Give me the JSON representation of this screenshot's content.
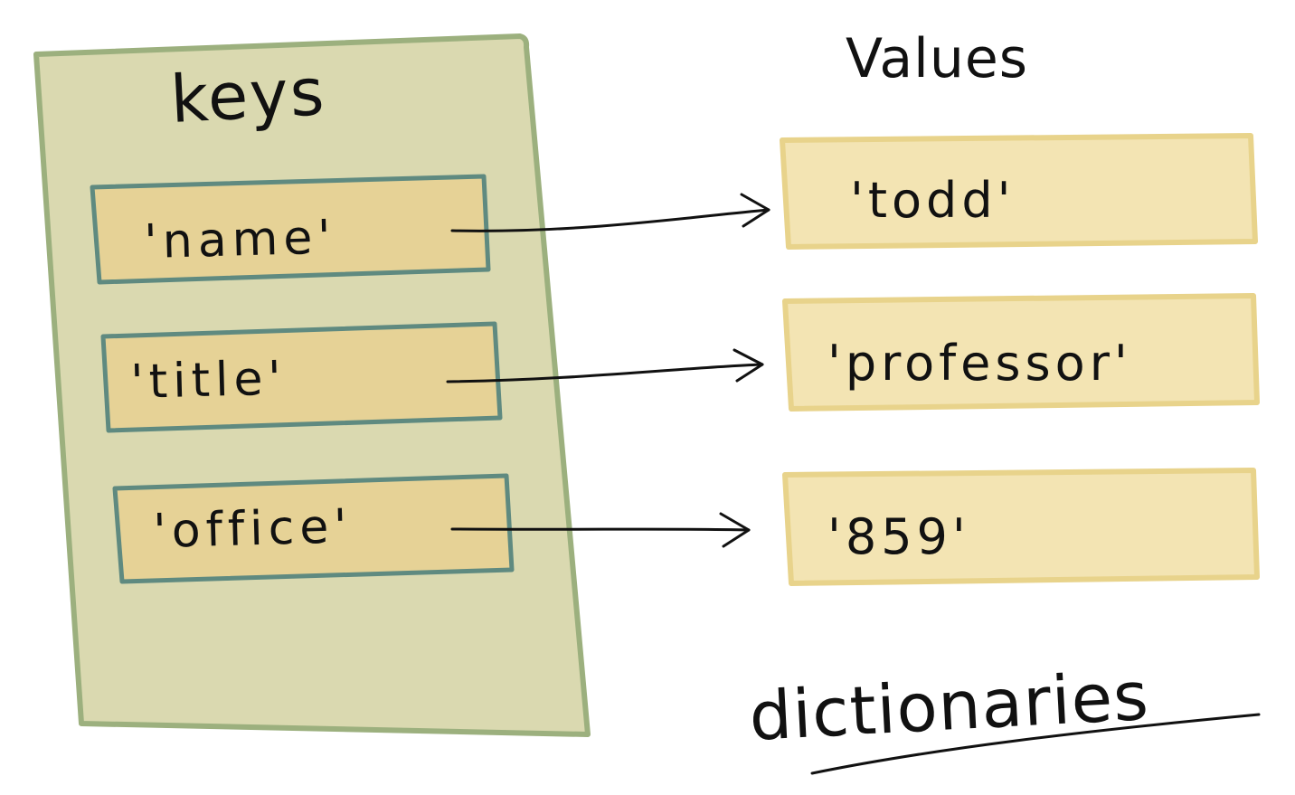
{
  "keys_title": "keys",
  "values_title": "Values",
  "caption": "dictionaries",
  "pairs": [
    {
      "key": "'name'",
      "value": "'todd'"
    },
    {
      "key": "'title'",
      "value": "'professor'"
    },
    {
      "key": "'office'",
      "value": "'859'"
    }
  ],
  "colors": {
    "panel_fill": "#dad9b0",
    "panel_stroke": "#9cb07e",
    "key_fill": "#e6d296",
    "key_stroke": "#5f8a80",
    "value_fill": "#f3e4b3",
    "value_stroke": "#e8d38b",
    "ink": "#111111"
  }
}
